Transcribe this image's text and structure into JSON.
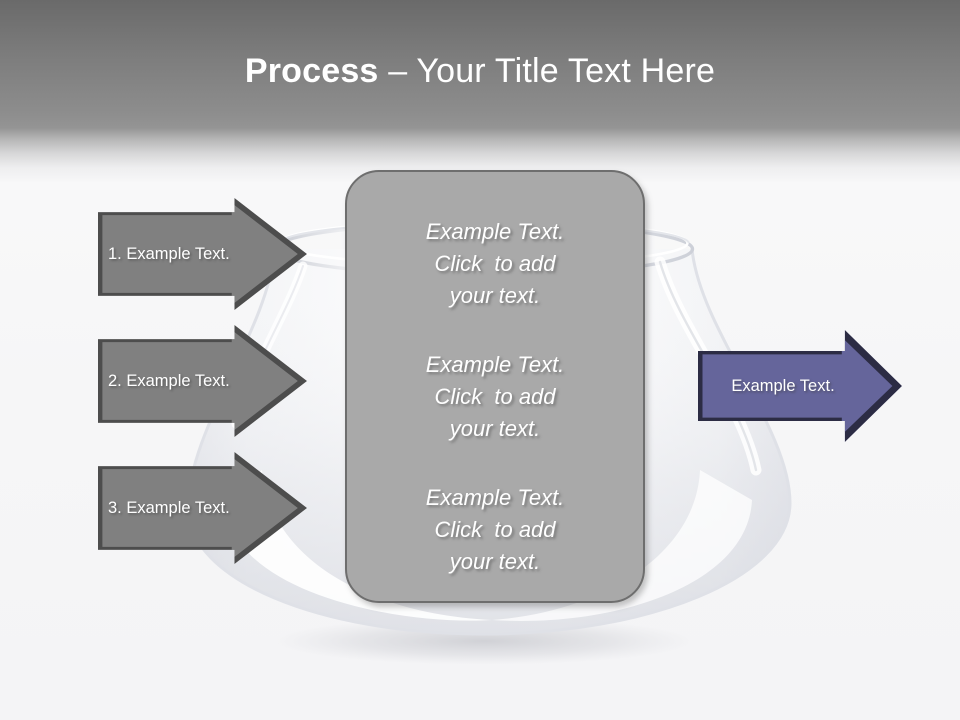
{
  "slide": {
    "title_bold": "Process",
    "title_rest": " – Your Title Text Here",
    "background_color": "#f7f7f8",
    "header_color_top": "#6a6a6a",
    "header_color_bottom": "#949494"
  },
  "input_arrows": [
    {
      "label": "1. Example Text.",
      "fill": "#808080",
      "border": "#4d4d4d",
      "text_color": "#ffffff"
    },
    {
      "label": "2. Example Text.",
      "fill": "#808080",
      "border": "#4d4d4d",
      "text_color": "#ffffff"
    },
    {
      "label": "3. Example Text.",
      "fill": "#808080",
      "border": "#4d4d4d",
      "text_color": "#ffffff"
    }
  ],
  "center_panel": {
    "fill": "#a9a9a9",
    "border": "#6e6e6e",
    "blocks": [
      {
        "line1": "Example Text.",
        "line2": "Click  to add",
        "line3": "your text."
      },
      {
        "line1": "Example Text.",
        "line2": "Click  to add",
        "line3": "your text."
      },
      {
        "line1": "Example Text.",
        "line2": "Click  to add",
        "line3": "your text."
      }
    ]
  },
  "output_arrow": {
    "label": "Example Text.",
    "fill": "#65659b",
    "border": "#2c2c44",
    "text_color": "#ffffff"
  },
  "decoration": {
    "bowl_name": "glass-bowl-illustration"
  }
}
